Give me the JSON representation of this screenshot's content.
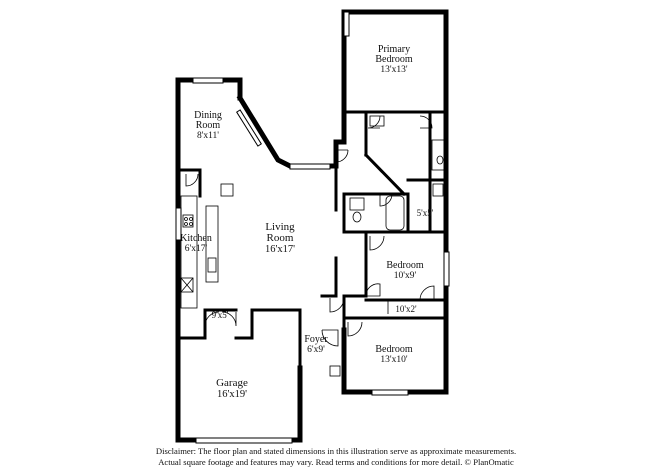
{
  "rooms": {
    "primary_bedroom": {
      "name_line1": "Primary",
      "name_line2": "Bedroom",
      "dims": "13'x13'"
    },
    "dining_room": {
      "name_line1": "Dining",
      "name_line2": "Room",
      "dims": "8'x11'"
    },
    "living_room": {
      "name_line1": "Living",
      "name_line2": "Room",
      "dims": "16'x17'"
    },
    "kitchen": {
      "name": "Kitchen",
      "dims": "6'x17'"
    },
    "bath": {
      "dims": "5'x5'"
    },
    "bedroom_2": {
      "name": "Bedroom",
      "dims": "10'x9'"
    },
    "closet": {
      "dims": "10'x2'"
    },
    "laundry": {
      "dims": "9'x5'"
    },
    "foyer": {
      "name": "Foyer",
      "dims": "6'x9'"
    },
    "bedroom_3": {
      "name": "Bedroom",
      "dims": "13'x10'"
    },
    "garage": {
      "name": "Garage",
      "dims": "16'x19'"
    }
  },
  "disclaimer": {
    "line1": "Disclaimer: The floor plan and stated dimensions in this illustration serve as approximate measurements.",
    "line2": "Actual square footage and features may vary. Read terms and conditions for more detail. © PlanOmatic"
  }
}
